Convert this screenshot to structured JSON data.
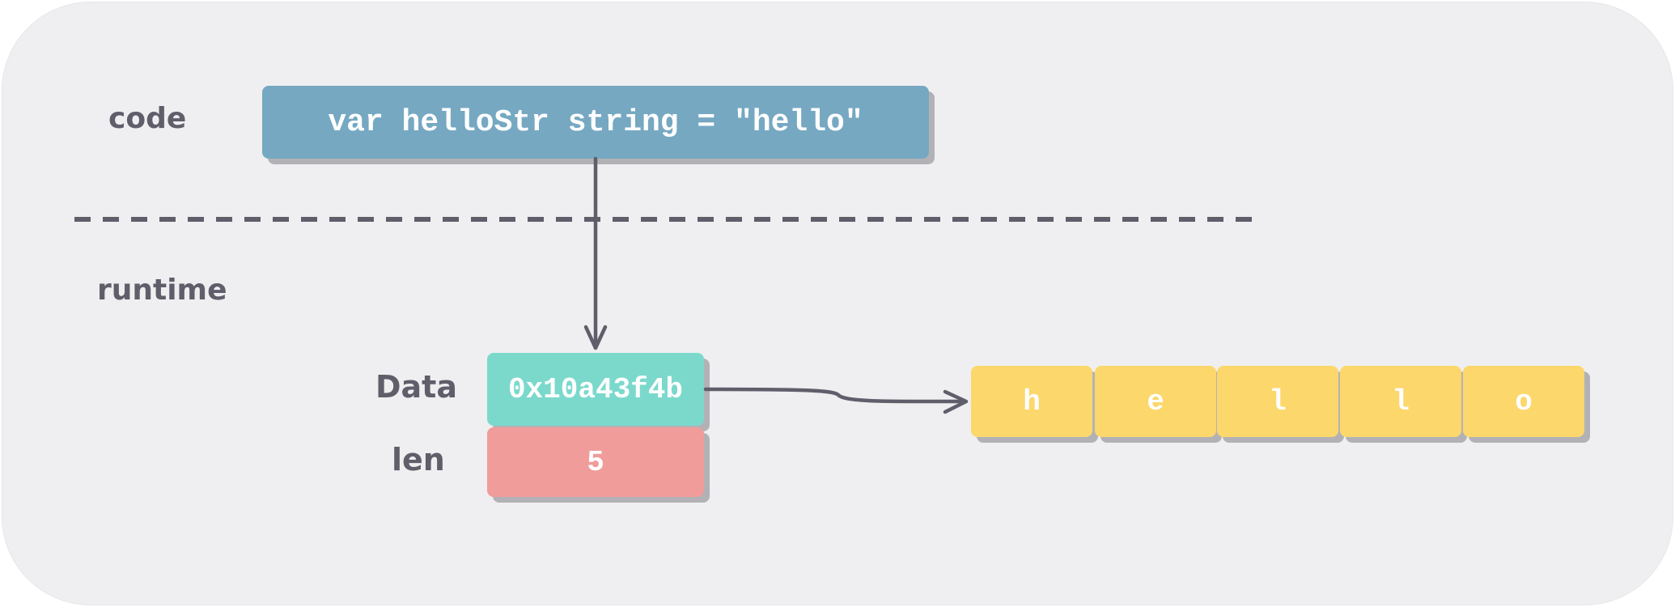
{
  "labels": {
    "code": "code",
    "runtime": "runtime",
    "data": "Data",
    "len": "len"
  },
  "code_line": "var helloStr string = \"hello\"",
  "data_value": "0x10a43f4b",
  "len_value": "5",
  "chars": [
    "h",
    "e",
    "l",
    "l",
    "o"
  ],
  "colors": {
    "background": "#efeff1",
    "code_box": "#76a8c2",
    "data_box": "#7bd9cc",
    "len_box": "#ef9c9a",
    "char_box": "#fcd76b",
    "stroke": "#5f5e6a"
  }
}
